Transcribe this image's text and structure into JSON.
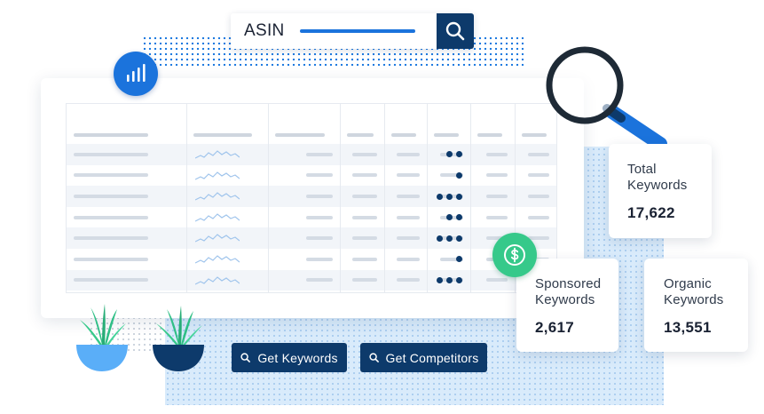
{
  "search": {
    "label": "ASIN",
    "icon": "search-icon"
  },
  "badges": {
    "chart": "bar-chart-icon",
    "dollar": "dollar-icon"
  },
  "table": {
    "rows": [
      {
        "dots": 2
      },
      {
        "dots": 1
      },
      {
        "dots": 3
      },
      {
        "dots": 2
      },
      {
        "dots": 3
      },
      {
        "dots": 1
      },
      {
        "dots": 3
      }
    ]
  },
  "stats": {
    "total": {
      "label": "Total\nKeywords",
      "value": "17,622"
    },
    "sponsored": {
      "label": "Sponsored\nKeywords",
      "value": "2,617"
    },
    "organic": {
      "label": "Organic\nKeywords",
      "value": "13,551"
    }
  },
  "buttons": {
    "get_keywords": "Get Keywords",
    "get_competitors": "Get Competitors"
  },
  "colors": {
    "navy": "#0d3a6b",
    "blue": "#1b73dc",
    "green": "#36c98a",
    "light_blue": "#d9ebfb"
  }
}
